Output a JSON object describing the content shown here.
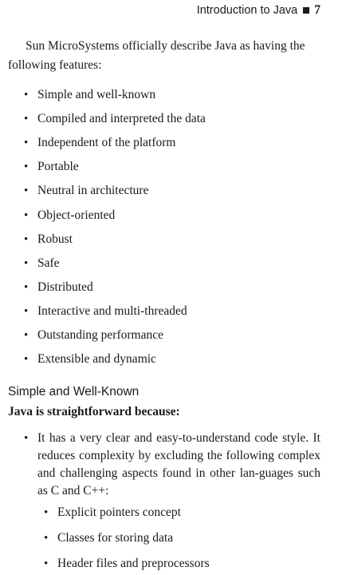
{
  "running_head": {
    "title": "Introduction to Java",
    "page_number": "7"
  },
  "intro": "Sun MicroSystems officially describe Java as having the following features:",
  "features": [
    "Simple and well-known",
    "Compiled and interpreted the data",
    "Independent of the platform",
    "Portable",
    "Neutral in architecture",
    "Object-oriented",
    "Robust",
    "Safe",
    "Distributed",
    "Interactive and multi-threaded",
    "Outstanding performance",
    "Extensible and dynamic"
  ],
  "section": {
    "heading": "Simple and Well-Known",
    "lead": "Java is straightforward because:",
    "explanation": "It has a very clear and easy-to-understand code style. It reduces complexity by excluding the following complex and challenging aspects found in other lan-guages such as C and C++:",
    "sub_items": [
      "Explicit pointers concept",
      "Classes for storing data",
      "Header files and preprocessors"
    ]
  },
  "bullet_glyph": "•"
}
